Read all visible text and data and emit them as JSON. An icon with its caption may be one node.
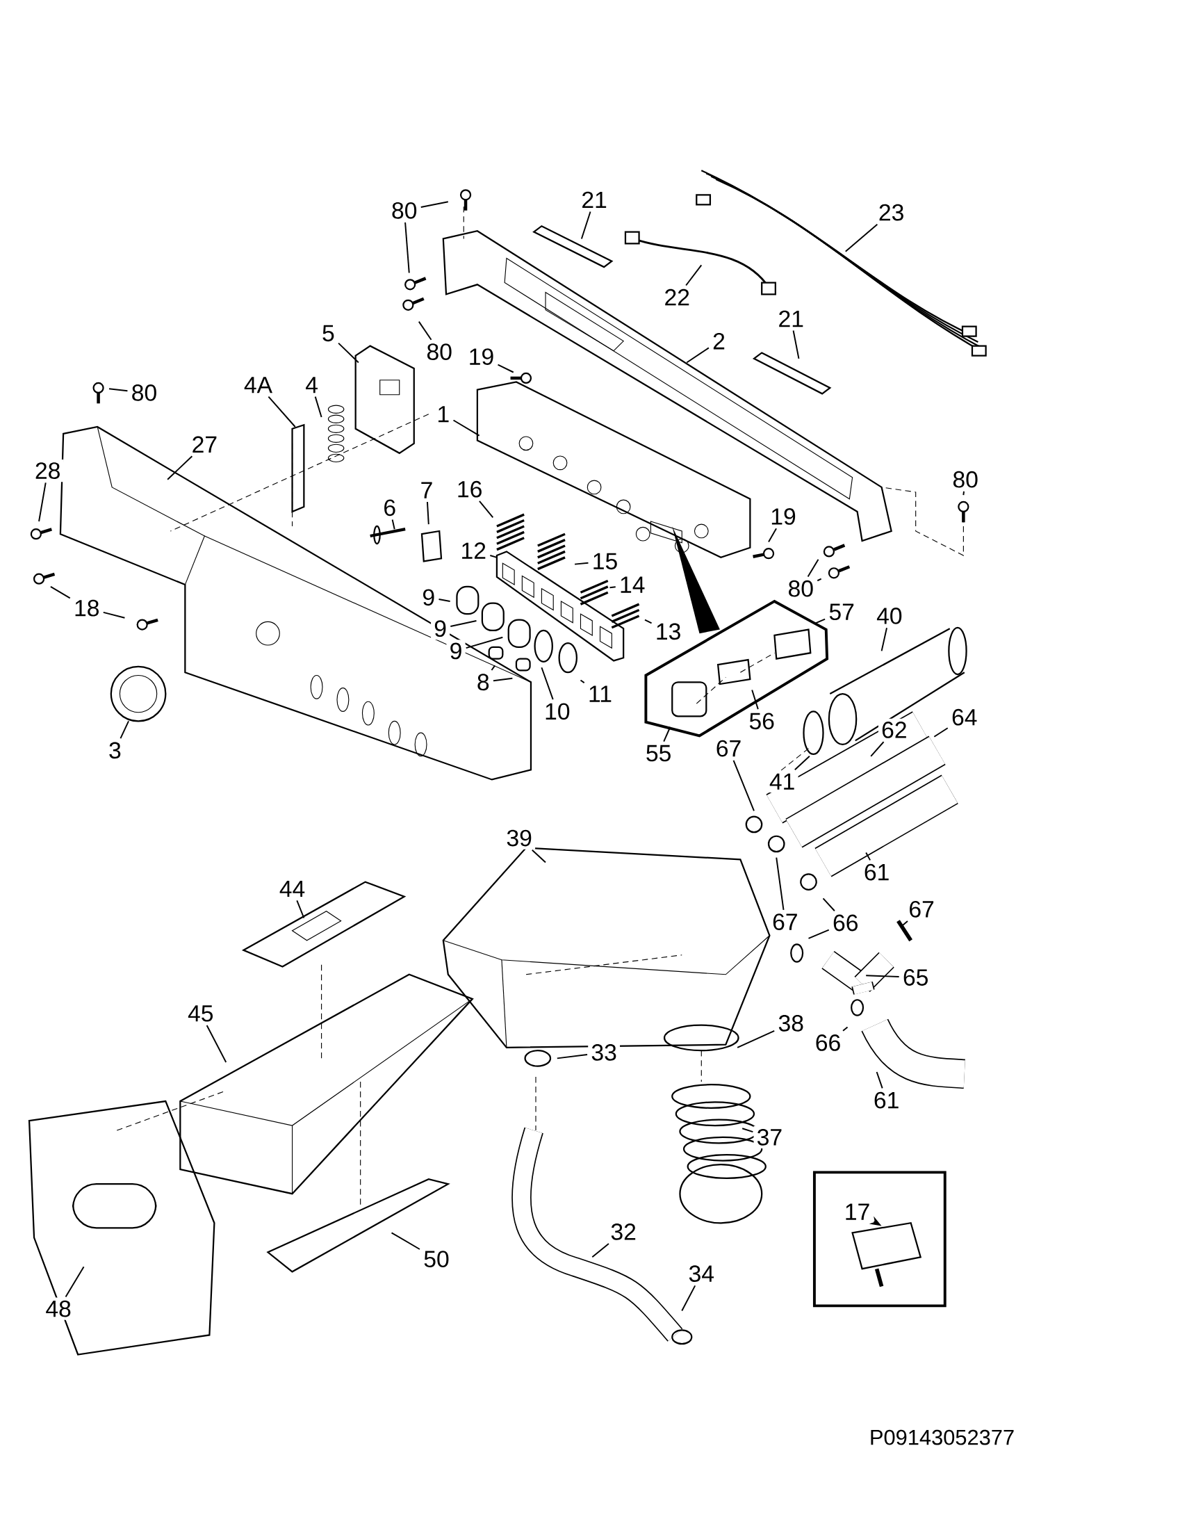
{
  "diagram": {
    "nodes": [
      {
        "text": [],
        "shape": "box"
      },
      {
        "text": [
          "80"
        ]
      },
      {
        "text": [
          "21"
        ]
      },
      {
        "text": [
          "23"
        ]
      },
      {
        "text": [
          "22"
        ]
      },
      {
        "text": [
          "2"
        ]
      },
      {
        "text": [
          "21"
        ]
      },
      {
        "text": [
          "5"
        ]
      },
      {
        "text": [
          "80"
        ]
      },
      {
        "text": [
          "19"
        ]
      },
      {
        "text": [
          "80"
        ]
      },
      {
        "text": [
          "4A"
        ]
      },
      {
        "text": [
          "4"
        ]
      },
      {
        "text": [
          "1"
        ]
      },
      {
        "text": [
          "27"
        ]
      },
      {
        "text": [
          "28"
        ]
      },
      {
        "text": [
          "80"
        ]
      },
      {
        "text": [
          "16"
        ]
      },
      {
        "text": [
          "7"
        ]
      },
      {
        "text": [
          "6"
        ]
      },
      {
        "text": [
          "19"
        ]
      },
      {
        "text": [
          "12"
        ]
      },
      {
        "text": [
          "15"
        ]
      },
      {
        "text": [
          "14"
        ]
      },
      {
        "text": [
          "80"
        ]
      },
      {
        "text": [
          "18"
        ]
      },
      {
        "text": [
          "9"
        ]
      },
      {
        "text": [
          "57"
        ]
      },
      {
        "text": [
          "40"
        ]
      },
      {
        "text": [
          "9"
        ]
      },
      {
        "text": [
          "13"
        ]
      },
      {
        "text": [
          "9"
        ]
      },
      {
        "text": [
          "8"
        ]
      },
      {
        "text": [
          "11"
        ]
      },
      {
        "text": [
          "10"
        ]
      },
      {
        "text": [
          "64"
        ]
      },
      {
        "text": [
          "56"
        ]
      },
      {
        "text": [
          "62"
        ]
      },
      {
        "text": [
          "67"
        ]
      },
      {
        "text": [
          "3"
        ]
      },
      {
        "text": [
          "55"
        ]
      },
      {
        "text": [
          "41"
        ]
      },
      {
        "text": [
          "39"
        ]
      },
      {
        "text": [
          "61"
        ]
      },
      {
        "text": [
          "44"
        ]
      },
      {
        "text": [
          "67"
        ]
      },
      {
        "text": [
          "67"
        ]
      },
      {
        "text": [
          "66"
        ]
      },
      {
        "text": [
          "65"
        ]
      },
      {
        "text": [
          "45"
        ]
      },
      {
        "text": [
          "38"
        ]
      },
      {
        "text": [
          "66"
        ]
      },
      {
        "text": [
          "33"
        ]
      },
      {
        "text": [
          "61"
        ]
      },
      {
        "text": [
          "37"
        ]
      },
      {
        "text": [
          "17"
        ],
        "in": 0
      },
      {
        "text": [
          "32"
        ]
      },
      {
        "text": [
          "50"
        ]
      },
      {
        "text": [
          "34"
        ]
      },
      {
        "text": [
          "48"
        ]
      }
    ],
    "edges": [
      {
        "from": 1,
        "to": null,
        "arrow": "none"
      },
      {
        "from": 1,
        "to": null,
        "arrow": "none"
      },
      {
        "from": 2,
        "to": null,
        "arrow": "none"
      },
      {
        "from": 3,
        "to": null,
        "arrow": "none"
      },
      {
        "from": 4,
        "to": null,
        "arrow": "none"
      },
      {
        "from": 5,
        "to": null,
        "arrow": "none"
      },
      {
        "from": 6,
        "to": null,
        "arrow": "none"
      },
      {
        "from": 7,
        "to": null,
        "arrow": "none"
      },
      {
        "from": 8,
        "to": null,
        "arrow": "none"
      },
      {
        "from": 9,
        "to": null,
        "arrow": "none"
      },
      {
        "from": 10,
        "to": null,
        "arrow": "none"
      },
      {
        "from": 11,
        "to": null,
        "arrow": "none"
      },
      {
        "from": 12,
        "to": null,
        "arrow": "none"
      },
      {
        "from": 13,
        "to": null,
        "arrow": "none"
      },
      {
        "from": 14,
        "to": null,
        "arrow": "none"
      },
      {
        "from": 15,
        "to": null,
        "arrow": "none"
      },
      {
        "from": 16,
        "to": null,
        "arrow": "none"
      },
      {
        "from": 17,
        "to": null,
        "arrow": "none"
      },
      {
        "from": 18,
        "to": null,
        "arrow": "none"
      },
      {
        "from": 19,
        "to": null,
        "arrow": "none"
      },
      {
        "from": 20,
        "to": null,
        "arrow": "none"
      },
      {
        "from": 21,
        "to": null,
        "arrow": "none"
      },
      {
        "from": 22,
        "to": null,
        "arrow": "none"
      },
      {
        "from": 23,
        "to": null,
        "arrow": "none"
      },
      {
        "from": 24,
        "to": null,
        "arrow": "none"
      },
      {
        "from": 24,
        "to": null,
        "arrow": "none"
      },
      {
        "from": 25,
        "to": null,
        "arrow": "none"
      },
      {
        "from": 25,
        "to": null,
        "arrow": "none"
      },
      {
        "from": 26,
        "to": null,
        "arrow": "none"
      },
      {
        "from": 27,
        "to": null,
        "arrow": "none"
      },
      {
        "from": 28,
        "to": null,
        "arrow": "none"
      },
      {
        "from": 29,
        "to": null,
        "arrow": "none"
      },
      {
        "from": 30,
        "to": null,
        "arrow": "none"
      },
      {
        "from": 31,
        "to": null,
        "arrow": "none"
      },
      {
        "from": 32,
        "to": null,
        "arrow": "none"
      },
      {
        "from": 32,
        "to": null,
        "arrow": "none"
      },
      {
        "from": 33,
        "to": null,
        "arrow": "none"
      },
      {
        "from": 34,
        "to": null,
        "arrow": "none"
      },
      {
        "from": 35,
        "to": null,
        "arrow": "none"
      },
      {
        "from": 36,
        "to": null,
        "arrow": "none"
      },
      {
        "from": 37,
        "to": null,
        "arrow": "none"
      },
      {
        "from": 38,
        "to": null,
        "arrow": "none"
      },
      {
        "from": 39,
        "to": null,
        "arrow": "none"
      },
      {
        "from": 40,
        "to": null,
        "arrow": "none"
      },
      {
        "from": 41,
        "to": null,
        "arrow": "none"
      },
      {
        "from": 42,
        "to": null,
        "arrow": "none"
      },
      {
        "from": 43,
        "to": null,
        "arrow": "none"
      },
      {
        "from": 44,
        "to": null,
        "arrow": "none"
      },
      {
        "from": 45,
        "to": null,
        "arrow": "none"
      },
      {
        "from": 46,
        "to": null,
        "arrow": "none"
      },
      {
        "from": 47,
        "to": null,
        "arrow": "none"
      },
      {
        "from": 47,
        "to": null,
        "arrow": "none"
      },
      {
        "from": 48,
        "to": null,
        "arrow": "none"
      },
      {
        "from": 49,
        "to": null,
        "arrow": "none"
      },
      {
        "from": 50,
        "to": null,
        "arrow": "none"
      },
      {
        "from": 51,
        "to": null,
        "arrow": "none"
      },
      {
        "from": 52,
        "to": null,
        "arrow": "none"
      },
      {
        "from": 53,
        "to": null,
        "arrow": "none"
      },
      {
        "from": 54,
        "to": null,
        "arrow": "none"
      },
      {
        "from": 55,
        "to": null,
        "arrow": "to"
      },
      {
        "from": 56,
        "to": null,
        "arrow": "none"
      },
      {
        "from": 57,
        "to": null,
        "arrow": "none"
      },
      {
        "from": 58,
        "to": null,
        "arrow": "none"
      },
      {
        "from": 59,
        "to": null,
        "arrow": "none"
      }
    ],
    "labels": [
      "P09143052377"
    ]
  }
}
